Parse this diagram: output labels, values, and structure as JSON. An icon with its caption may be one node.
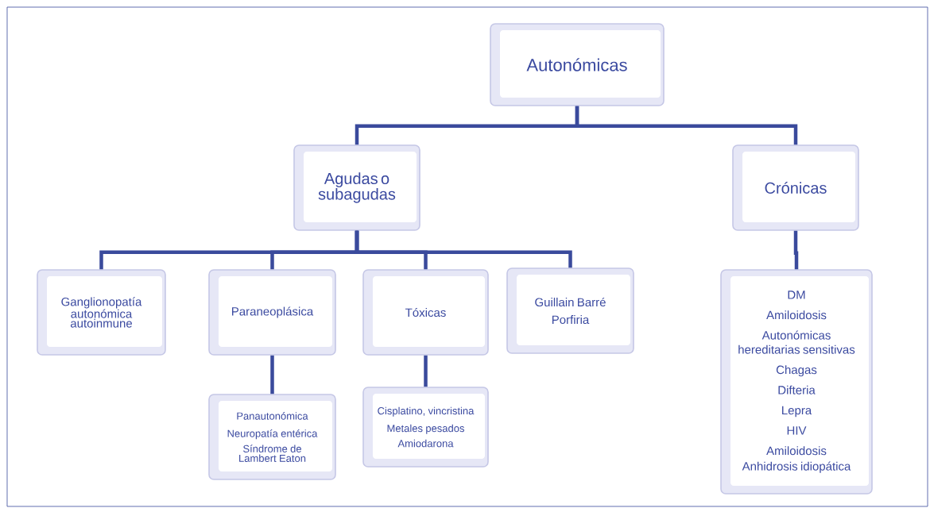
{
  "diagram": {
    "nodes": [
      {
        "text": [
          "Autonómicas"
        ]
      },
      {
        "text": [
          "Agudas o subagudas"
        ]
      },
      {
        "text": [
          "Crónicas"
        ]
      },
      {
        "text": [
          "Ganglionopatía autonómica autoinmune"
        ]
      },
      {
        "text": [
          "Paraneoplásica"
        ]
      },
      {
        "text": [
          "Tóxicas"
        ]
      },
      {
        "text": [
          "Guillain Barré",
          "Porfiria"
        ]
      },
      {
        "text": [
          "Panautonómica",
          "Neuropatía entérica",
          "Síndrome de Lambert Eaton"
        ]
      },
      {
        "text": [
          "Cisplatino, vincristina",
          "Metales pesados",
          "Amiodarona"
        ]
      },
      {
        "text": [
          "DM",
          "Amiloidosis",
          "Autonómicas hereditarias sensitivas",
          "Chagas",
          "Difteria",
          "Lepra",
          "HIV",
          "Amiloidosis",
          "Anhidrosis idiopática"
        ]
      }
    ],
    "edges": [
      {
        "from": 0,
        "to": 1,
        "arrow": "none"
      },
      {
        "from": 0,
        "to": 2,
        "arrow": "none"
      },
      {
        "from": 1,
        "to": 3,
        "arrow": "none"
      },
      {
        "from": 1,
        "to": 4,
        "arrow": "none"
      },
      {
        "from": 1,
        "to": 5,
        "arrow": "none"
      },
      {
        "from": 1,
        "to": 6,
        "arrow": "none"
      },
      {
        "from": 4,
        "to": 7,
        "arrow": "none"
      },
      {
        "from": 5,
        "to": 8,
        "arrow": "none"
      },
      {
        "from": 2,
        "to": 9,
        "arrow": "none"
      }
    ]
  }
}
